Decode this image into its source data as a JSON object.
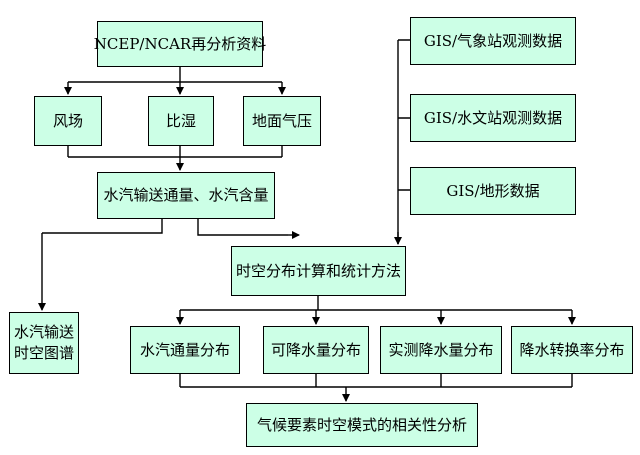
{
  "diagram": {
    "box_fill": "#ccffe6",
    "line_color": "#000000",
    "nodes": {
      "reanalysis": "NCEP/NCAR再分析资料",
      "wind": "风场",
      "humidity": "比湿",
      "pressure": "地面气压",
      "vapor_flux": "水汽输送通量、水汽含量",
      "gis_weather": "GIS/气象站观测数据",
      "gis_hydro": "GIS/水文站观测数据",
      "gis_terrain": "GIS/地形数据",
      "methods": "时空分布计算和统计方法",
      "spectrum": "水汽输送时空图谱",
      "flux_dist": "水汽通量分布",
      "precipitable_dist": "可降水量分布",
      "precip_dist": "实测降水量分布",
      "conversion_dist": "降水转换率分布",
      "correlation": "气候要素时空模式的相关性分析"
    }
  }
}
